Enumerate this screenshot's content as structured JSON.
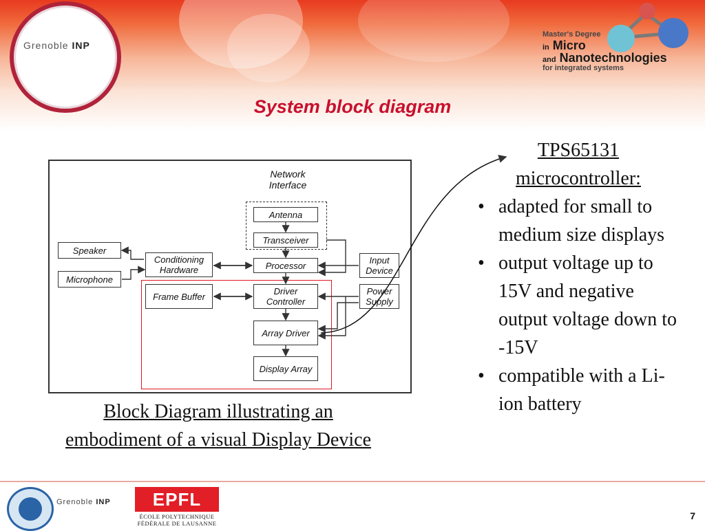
{
  "header": {
    "title": "System block diagram",
    "logo_grenoble": "Grenoble",
    "logo_inp": "INP",
    "masters_line1": "Master's Degree",
    "masters_in": "in",
    "masters_micro": "Micro",
    "masters_and": "and",
    "masters_nano": "Nanotechnologies",
    "masters_line4": "for integrated systems"
  },
  "diagram": {
    "network_label": "Network Interface",
    "nodes": {
      "antenna": "Antenna",
      "transceiver": "Transceiver",
      "speaker": "Speaker",
      "microphone": "Microphone",
      "conditioning": "Conditioning Hardware",
      "processor": "Processor",
      "input_device": "Input Device",
      "frame_buffer": "Frame Buffer",
      "driver_controller": "Driver Controller",
      "power_supply": "Power Supply",
      "array_driver": "Array Driver",
      "display_array": "Display Array"
    },
    "caption": "Block Diagram illustrating an embodiment of a visual Display Device"
  },
  "right_panel": {
    "title": "TPS65131 microcontroller:",
    "bullets": [
      "adapted for small to medium size displays",
      "output voltage up to 15V and negative output voltage down to -15V",
      "compatible with a Li-ion battery"
    ]
  },
  "footer": {
    "inp_grenoble": "Grenoble",
    "inp": "INP",
    "epfl": "EPFL",
    "epfl_line1": "ÉCOLE POLYTECHNIQUE",
    "epfl_line2": "FÉDÉRALE DE LAUSANNE",
    "page_number": "7"
  },
  "colors": {
    "title_red": "#c8102e",
    "highlight_red": "#e0161f",
    "epfl_red": "#e21e26"
  }
}
